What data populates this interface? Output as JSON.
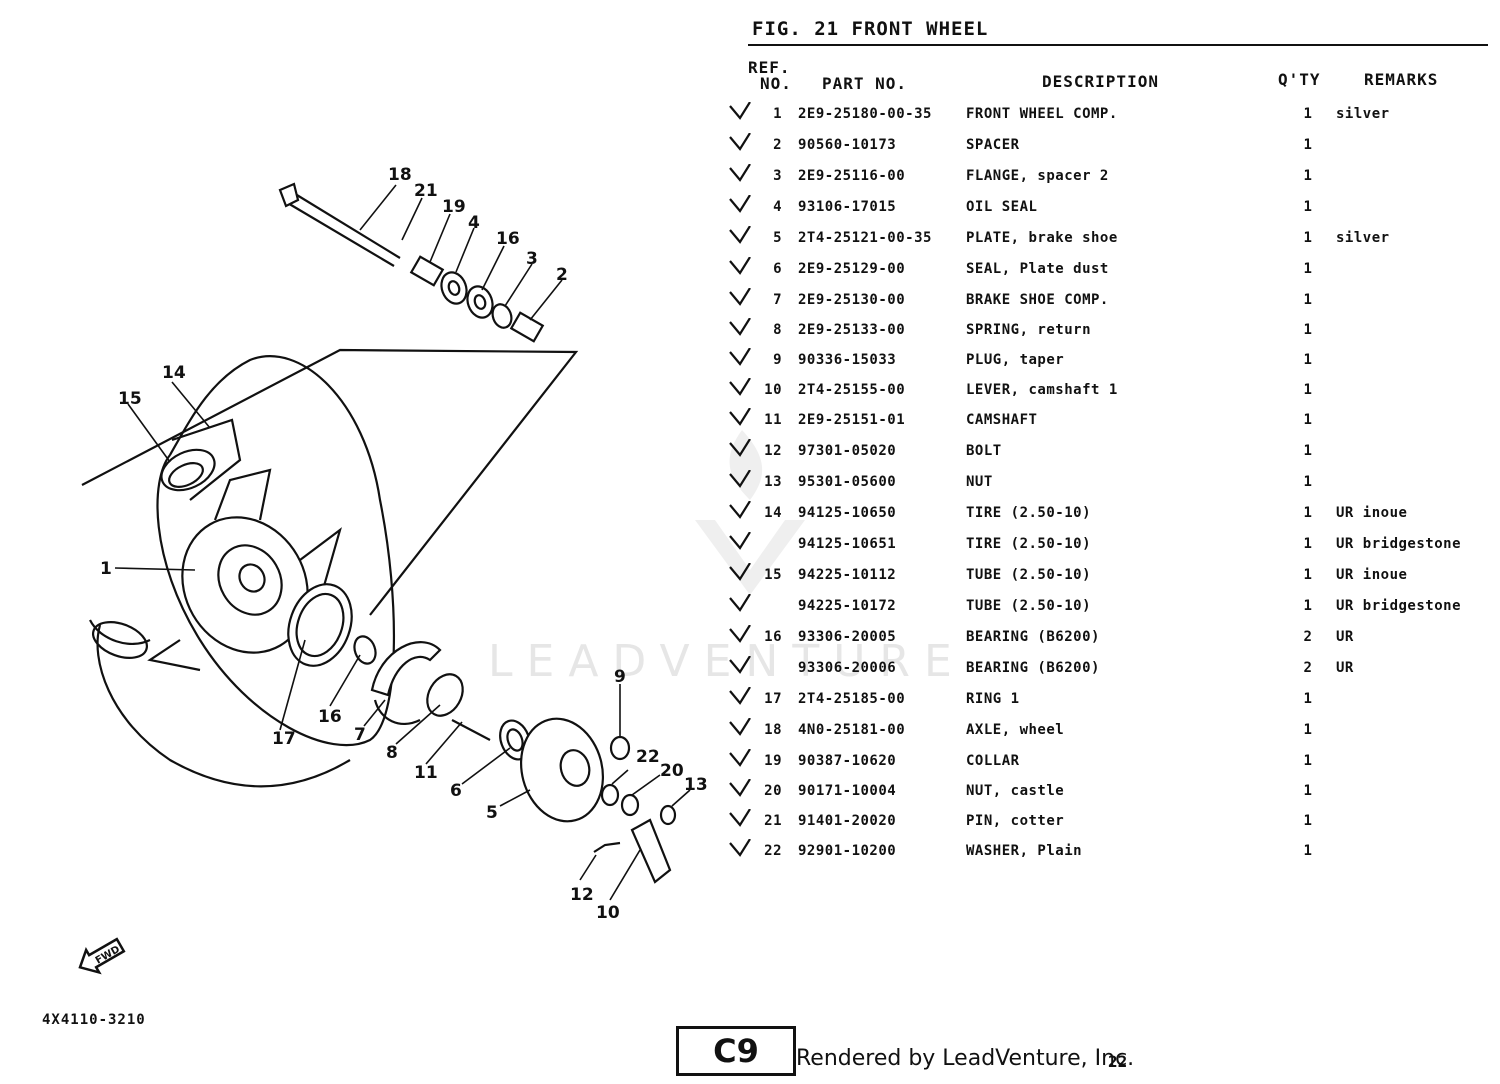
{
  "header": {
    "fig_title": "FIG. 21   FRONT WHEEL"
  },
  "columns": {
    "ref_line1": "REF.",
    "ref_line2": "NO.",
    "part": "PART NO.",
    "desc": "DESCRIPTION",
    "qty": "Q'TY",
    "remarks": "REMARKS"
  },
  "rows": [
    {
      "ref": "1",
      "part": "2E9-25180-00-35",
      "desc": "FRONT WHEEL COMP.",
      "qty": "1",
      "remarks": "silver"
    },
    {
      "ref": "2",
      "part": "90560-10173",
      "desc": "SPACER",
      "qty": "1",
      "remarks": ""
    },
    {
      "ref": "3",
      "part": "2E9-25116-00",
      "desc": "FLANGE, spacer 2",
      "qty": "1",
      "remarks": ""
    },
    {
      "ref": "4",
      "part": "93106-17015",
      "desc": "OIL SEAL",
      "qty": "1",
      "remarks": ""
    },
    {
      "ref": "5",
      "part": "2T4-25121-00-35",
      "desc": "PLATE, brake shoe",
      "qty": "1",
      "remarks": "silver"
    },
    {
      "ref": "6",
      "part": "2E9-25129-00",
      "desc": "SEAL, Plate dust",
      "qty": "1",
      "remarks": ""
    },
    {
      "ref": "7",
      "part": "2E9-25130-00",
      "desc": "BRAKE SHOE COMP.",
      "qty": "1",
      "remarks": ""
    },
    {
      "ref": "8",
      "part": "2E9-25133-00",
      "desc": "SPRING, return",
      "qty": "1",
      "remarks": ""
    },
    {
      "ref": "9",
      "part": "90336-15033",
      "desc": "PLUG, taper",
      "qty": "1",
      "remarks": ""
    },
    {
      "ref": "10",
      "part": "2T4-25155-00",
      "desc": "LEVER, camshaft 1",
      "qty": "1",
      "remarks": ""
    },
    {
      "ref": "11",
      "part": "2E9-25151-01",
      "desc": "CAMSHAFT",
      "qty": "1",
      "remarks": ""
    },
    {
      "ref": "12",
      "part": "97301-05020",
      "desc": "BOLT",
      "qty": "1",
      "remarks": ""
    },
    {
      "ref": "13",
      "part": "95301-05600",
      "desc": "NUT",
      "qty": "1",
      "remarks": ""
    },
    {
      "ref": "14",
      "part": "94125-10650",
      "desc": "TIRE (2.50-10)",
      "qty": "1",
      "remarks": "UR inoue"
    },
    {
      "ref": "",
      "part": "94125-10651",
      "desc": "TIRE (2.50-10)",
      "qty": "1",
      "remarks": "UR bridgestone"
    },
    {
      "ref": "15",
      "part": "94225-10112",
      "desc": "TUBE (2.50-10)",
      "qty": "1",
      "remarks": "UR inoue"
    },
    {
      "ref": "",
      "part": "94225-10172",
      "desc": "TUBE (2.50-10)",
      "qty": "1",
      "remarks": "UR bridgestone"
    },
    {
      "ref": "16",
      "part": "93306-20005",
      "desc": "BEARING (B6200)",
      "qty": "2",
      "remarks": "UR"
    },
    {
      "ref": "",
      "part": "93306-20006",
      "desc": "BEARING (B6200)",
      "qty": "2",
      "remarks": "UR"
    },
    {
      "ref": "17",
      "part": "2T4-25185-00",
      "desc": "RING 1",
      "qty": "1",
      "remarks": ""
    },
    {
      "ref": "18",
      "part": "4N0-25181-00",
      "desc": "AXLE, wheel",
      "qty": "1",
      "remarks": ""
    },
    {
      "ref": "19",
      "part": "90387-10620",
      "desc": "COLLAR",
      "qty": "1",
      "remarks": ""
    },
    {
      "ref": "20",
      "part": "90171-10004",
      "desc": "NUT, castle",
      "qty": "1",
      "remarks": ""
    },
    {
      "ref": "21",
      "part": "91401-20020",
      "desc": "PIN, cotter",
      "qty": "1",
      "remarks": ""
    },
    {
      "ref": "22",
      "part": "92901-10200",
      "desc": "WASHER, Plain",
      "qty": "1",
      "remarks": ""
    }
  ],
  "diagram": {
    "callouts": [
      "18",
      "21",
      "19",
      "4",
      "16",
      "3",
      "2",
      "14",
      "15",
      "1",
      "17",
      "16",
      "7",
      "8",
      "11",
      "6",
      "5",
      "9",
      "22",
      "20",
      "13",
      "12",
      "10"
    ],
    "fwd": "FWD",
    "fig_code": "4X4110-3210"
  },
  "footer": {
    "page_code": "C9",
    "rendered_by": "Rendered by LeadVenture, Inc.",
    "page_number": "22"
  },
  "watermark": "LEADVENTURE"
}
